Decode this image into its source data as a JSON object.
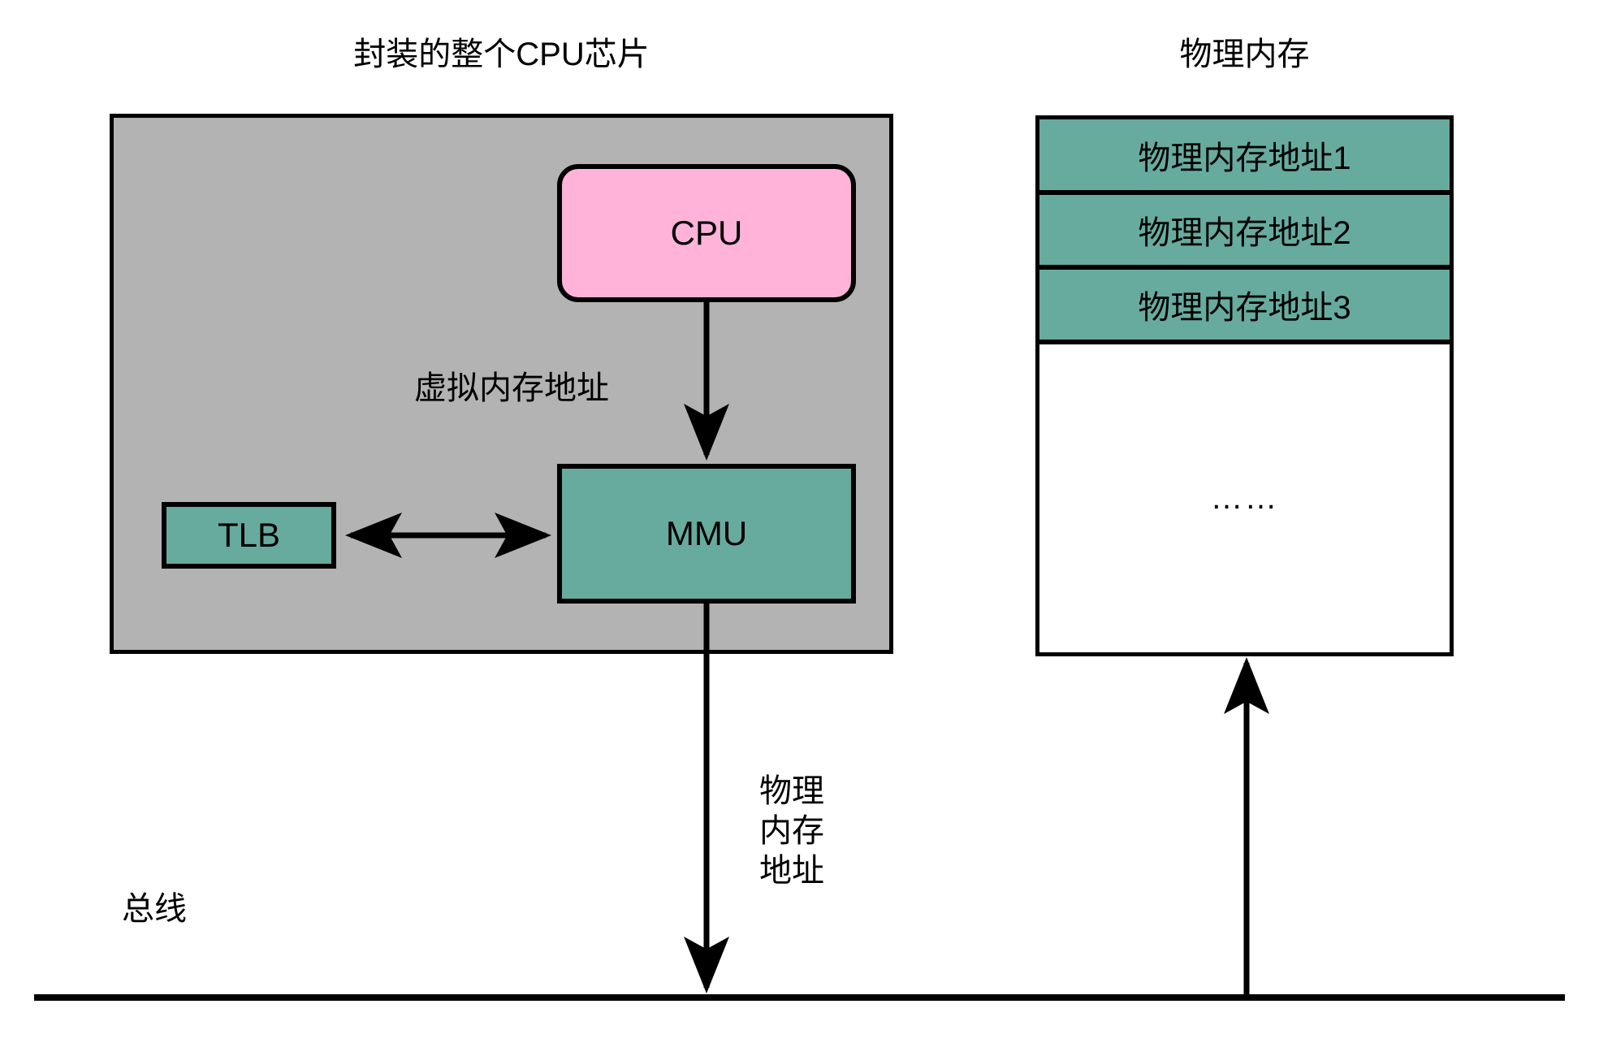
{
  "diagram": {
    "title_chip": "封装的整个CPU芯片",
    "title_memory": "物理内存",
    "bus_label": "总线",
    "virtual_address_label": "虚拟内存地址",
    "physical_address_label": "物理\n内存\n地址",
    "colors": {
      "chip_fill": "#b3b3b3",
      "cpu_fill": "#ffb3d9",
      "unit_fill": "#67ab9f",
      "memory_row_fill": "#67ab9f",
      "stroke": "#000000",
      "background": "#ffffff"
    },
    "blocks": [
      {
        "id": "cpu",
        "label": "CPU"
      },
      {
        "id": "mmu",
        "label": "MMU"
      },
      {
        "id": "tlb",
        "label": "TLB"
      }
    ],
    "memory_rows": [
      "物理内存地址1",
      "物理内存地址2",
      "物理内存地址3"
    ],
    "memory_ellipsis": "……",
    "connections": [
      {
        "from": "cpu",
        "to": "mmu",
        "label": "虚拟内存地址",
        "direction": "down"
      },
      {
        "from": "tlb",
        "to": "mmu",
        "label": "",
        "direction": "bidirectional"
      },
      {
        "from": "mmu",
        "to": "bus",
        "label": "物理内存地址",
        "direction": "down"
      },
      {
        "from": "bus",
        "to": "memory",
        "label": "",
        "direction": "up"
      }
    ]
  }
}
